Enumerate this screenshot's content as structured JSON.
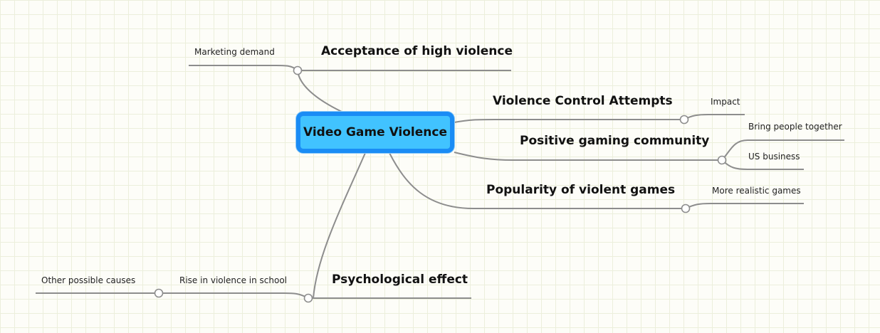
{
  "central_topic": "Video Game Violence",
  "topics": {
    "acceptance": "Acceptance of high violence",
    "control": "Violence Control Attempts",
    "community": "Positive gaming community",
    "popularity": "Popularity of violent games",
    "psychological": "Psychological effect"
  },
  "subtopics": {
    "marketing": "Marketing demand",
    "impact": "Impact",
    "bring_people": "Bring people together",
    "us_business": "US business",
    "realistic": "More realistic games",
    "rise_violence": "Rise in violence in school",
    "other_causes": "Other possible causes"
  },
  "colors": {
    "central_fill": "#41c3ff",
    "central_border": "#1a8cf5",
    "connector": "#8d8d8d",
    "grid": "#ecefdc"
  }
}
